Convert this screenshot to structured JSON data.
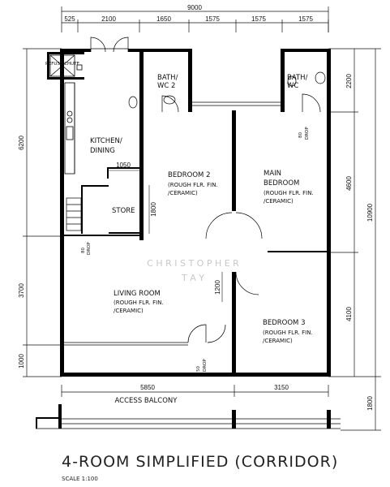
{
  "plan": {
    "title": "4-ROOM SIMPLIFIED (CORRIDOR)",
    "scale": "SCALE  1:100",
    "watermark": [
      "C H R I S T O P H E R",
      "T A Y"
    ],
    "dimensions": {
      "overall_width": "9000",
      "top_segments": [
        "525",
        "2100",
        "1650",
        "1575",
        "1575",
        "1575"
      ],
      "bottom_segments": [
        "5850",
        "3150"
      ],
      "left_segments": [
        "6200",
        "3700",
        "1000"
      ],
      "right_segments": [
        "2200",
        "4600",
        "4100"
      ],
      "right_total": "10900",
      "balcony_depth": "1800",
      "store_width": "1050",
      "store_depth": "1800",
      "door_1200": "1200"
    },
    "rooms": {
      "refuse_chute": "REFUSE CHUTE",
      "bath_wc2": [
        "BATH/",
        "WC 2"
      ],
      "bath_wc": [
        "BATH/",
        "WC"
      ],
      "kitchen": [
        "KITCHEN/",
        "DINING"
      ],
      "bedroom2": [
        "BEDROOM 2",
        "(ROUGH FLR. FIN.",
        "/CERAMIC)"
      ],
      "main_bedroom": [
        "MAIN",
        "BEDROOM",
        "(ROUGH FLR. FIN.",
        "/CERAMIC)"
      ],
      "store": "STORE",
      "living": [
        "LIVING ROOM",
        "(ROUGH FLR. FIN.",
        "/CERAMIC)"
      ],
      "bedroom3": [
        "BEDROOM 3",
        "(ROUGH FLR. FIN.",
        "/CERAMIC)"
      ],
      "access_balcony": "ACCESS BALCONY"
    },
    "drops": {
      "drop80_right": [
        "80",
        "DROP"
      ],
      "drop80_left": [
        "80",
        "DROP"
      ],
      "drop50": [
        "50",
        "DROP"
      ]
    }
  }
}
